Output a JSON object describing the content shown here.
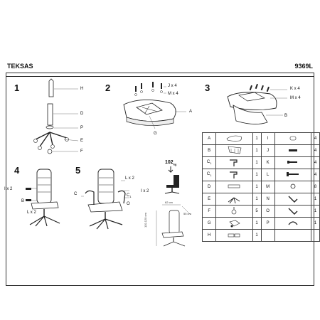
{
  "header": {
    "model_name": "TEKSAS",
    "product_code": "9369L"
  },
  "steps": {
    "s1": {
      "number": "1",
      "labels": {
        "H": "H",
        "D": "D",
        "P": "P",
        "E": "E",
        "F": "F"
      }
    },
    "s2": {
      "number": "2",
      "labels": {
        "J": "J x 4",
        "M": "M x 4",
        "A": "A",
        "G": "G"
      }
    },
    "s3": {
      "number": "3",
      "labels": {
        "K": "K x 4",
        "M": "M x 4",
        "B": "B"
      }
    },
    "s4": {
      "number": "4",
      "labels": {
        "I": "I x 2",
        "B": "B",
        "L": "L x 2"
      }
    },
    "s5": {
      "number": "5",
      "labels": {
        "L": "L x 2",
        "C": "C",
        "C1": "C",
        "C1_sub": "1",
        "I": "I x 2",
        "O": "O"
      }
    },
    "weight": {
      "value": "102",
      "unit": "kg"
    },
    "dimensions": {
      "width": "62 cm",
      "depth": "55 cm",
      "height": "110-120 cm"
    }
  },
  "parts_table": {
    "rows": [
      {
        "letter": "A",
        "sub": "",
        "qty": "1",
        "letter2": "I",
        "qty2": "4",
        "icon1": "seat-icon",
        "icon2": "cap-icon"
      },
      {
        "letter": "B",
        "sub": "",
        "qty": "1",
        "letter2": "J",
        "qty2": "4",
        "icon1": "backrest-icon",
        "icon2": "bolt-icon"
      },
      {
        "letter": "C",
        "sub": "1",
        "qty": "1",
        "letter2": "K",
        "qty2": "4",
        "icon1": "armrest-icon",
        "icon2": "screw-icon"
      },
      {
        "letter": "C",
        "sub": "1",
        "qty": "1",
        "letter2": "L",
        "qty2": "4",
        "icon1": "armrest-icon",
        "icon2": "long-bolt-icon"
      },
      {
        "letter": "D",
        "sub": "",
        "qty": "1",
        "letter2": "M",
        "qty2": "8",
        "icon1": "gas-lift-icon",
        "icon2": "washer-icon"
      },
      {
        "letter": "E",
        "sub": "",
        "qty": "1",
        "letter2": "N",
        "qty2": "1",
        "icon1": "base-icon",
        "icon2": "allen-key-icon"
      },
      {
        "letter": "F",
        "sub": "",
        "qty": "5",
        "letter2": "O",
        "qty2": "1",
        "icon1": "caster-icon",
        "icon2": "allen-key-icon"
      },
      {
        "letter": "G",
        "sub": "",
        "qty": "1",
        "letter2": "P",
        "qty2": "1",
        "icon1": "mechanism-icon",
        "icon2": "clip-icon"
      },
      {
        "letter": "H",
        "sub": "",
        "qty": "1",
        "letter2": "",
        "qty2": "",
        "icon1": "cover-icon",
        "icon2": ""
      }
    ]
  }
}
